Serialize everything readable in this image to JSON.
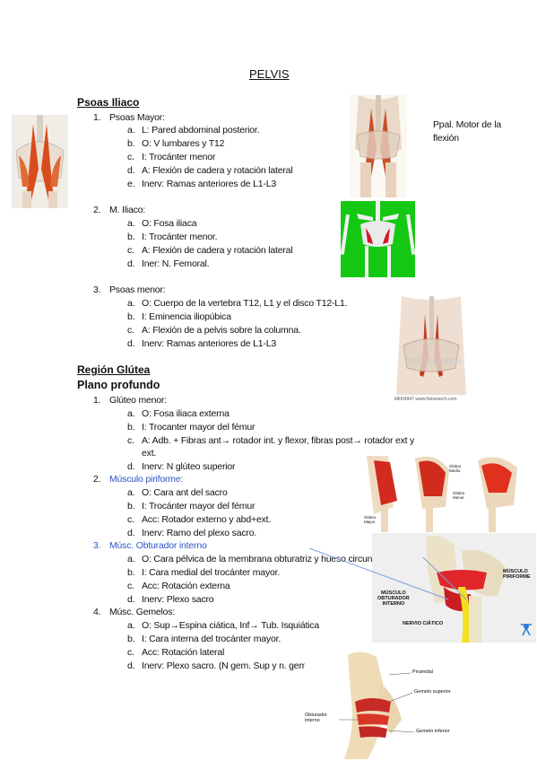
{
  "title": "PELVIS",
  "psoas": {
    "heading": "Psoas Iliaco",
    "side_note_1": "Ppal. Motor de la",
    "side_note_2": "flexión",
    "mayor": {
      "num": "1.",
      "name": "Psoas Mayor:",
      "items": [
        {
          "l": "a.",
          "t": "L: Pared abdominal posterior."
        },
        {
          "l": "b.",
          "t": "O: V lumbares y T12"
        },
        {
          "l": "c.",
          "t": "I: Trocánter menor"
        },
        {
          "l": "d.",
          "t": "A: Flexión de cadera y rotación lateral"
        },
        {
          "l": "e.",
          "t": "Inerv: Ramas anteriores de L1-L3"
        }
      ]
    },
    "iliaco": {
      "num": "2.",
      "name": "M. Iliaco:",
      "items": [
        {
          "l": "a.",
          "t": "O: Fosa iliaca"
        },
        {
          "l": "b.",
          "t": "I: Trocánter menor."
        },
        {
          "l": "c.",
          "t": "A: Flexión de cadera y rotación lateral"
        },
        {
          "l": "d.",
          "t": "Iner: N. Femoral."
        }
      ]
    },
    "menor": {
      "num": "3.",
      "name": "Psoas menor:",
      "items": [
        {
          "l": "a.",
          "t": "O: Cuerpo de la vertebra T12, L1 y el disco T12-L1."
        },
        {
          "l": "b.",
          "t": "I: Eminencia iliopúbica"
        },
        {
          "l": "c.",
          "t": "A: Flexión de a pelvis sobre la columna."
        },
        {
          "l": "d.",
          "t": "Inerv: Ramas anteriores de L1-L3"
        }
      ]
    },
    "watermark": "FOTOSEARCH",
    "credit": "k8004947  www.fotosearch.com"
  },
  "glutea": {
    "heading": "Región Glútea",
    "plano": "Plano profundo",
    "menor": {
      "num": "1.",
      "name": "Glúteo menor:",
      "items": [
        {
          "l": "a.",
          "t": "O: Fosa iliaca externa"
        },
        {
          "l": "b.",
          "t": "I: Trocanter mayor del fémur"
        },
        {
          "l": "c.",
          "t": "A: Adb. + Fibras ant→ rotador int. y flexor, fibras post→ rotador ext y"
        },
        {
          "l": "",
          "t": "ext."
        },
        {
          "l": "d.",
          "t": "Inerv: N glúteo superior"
        }
      ]
    },
    "piriforme": {
      "num": "2.",
      "name": "Músculo piriforme:",
      "items": [
        {
          "l": "a.",
          "t": "O: Cara ant del sacro"
        },
        {
          "l": "b.",
          "t": "I: Trocánter mayor del fémur"
        },
        {
          "l": "c.",
          "t": "Acc: Rotador externo y abd+ext."
        },
        {
          "l": "d.",
          "t": "Inerv: Ramo del plexo sacro."
        }
      ]
    },
    "obturador": {
      "num": "3.",
      "name": "Músc. Obturador interno",
      "items": [
        {
          "l": "a.",
          "t": "O: Cara pélvica de la membrana obturatriz y hueso circundante."
        },
        {
          "l": "b.",
          "t": "I: Cara medial del trocánter mayor."
        },
        {
          "l": "c.",
          "t": "Acc: Rotación externa"
        },
        {
          "l": "d.",
          "t": "Inerv: Plexo sacro"
        }
      ]
    },
    "gemelos": {
      "num": "4.",
      "name": "Músc. Gemelos:",
      "items": [
        {
          "l": "a.",
          "t": "O: Sup→Espina ciática, Inf→ Tub. Isquiática"
        },
        {
          "l": "b.",
          "t": "I: Cara interna del trocánter mayor."
        },
        {
          "l": "c.",
          "t": "Acc: Rotación lateral"
        },
        {
          "l": "d.",
          "t": "Inerv: Plexo sacro. (N gem. Sup y n. gem. inf)"
        }
      ]
    },
    "fig_gluteos": {
      "mayor": "Glúteo Mayor",
      "medio": "Glúteo Medio",
      "menor": "Glúteo Menor"
    },
    "fig_piriforme": {
      "musculo_piriforme_1": "MÚSCULO",
      "musculo_piriforme_2": "PIRIFORME",
      "obturador_1": "MÚSCULO",
      "obturador_2": "OBTURADOR",
      "obturador_3": "INTERNO",
      "nervio": "NERVIO CIÁTICO"
    },
    "fig_gemelos": {
      "piramidal": "Piramidal",
      "gemelo_sup": "Gemelo superior",
      "obturador_1": "Obturador",
      "obturador_2": "interno",
      "gemelo_inf": "Gemelo inferior"
    }
  }
}
